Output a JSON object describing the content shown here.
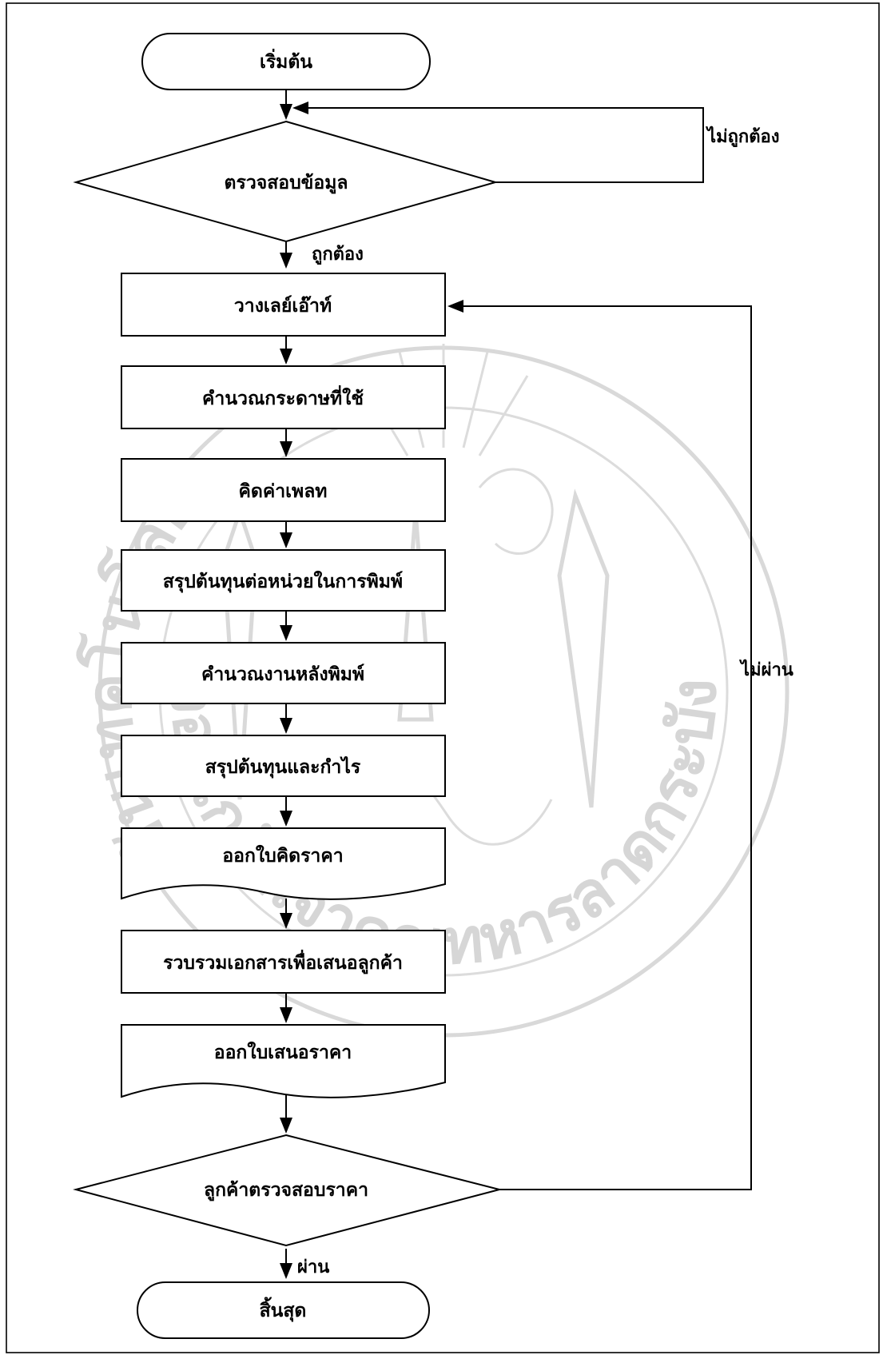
{
  "nodes": {
    "start": "เริ่มต้น",
    "check_data": "ตรวจสอบข้อมูล",
    "layout": "วางเลย์เอ๊าท์",
    "calc_paper": "คำนวณกระดาษที่ใช้",
    "plate_cost": "คิดค่าเพลท",
    "unit_cost": "สรุปต้นทุนต่อหน่วยในการพิมพ์",
    "post_press": "คำนวณงานหลังพิมพ์",
    "cost_profit": "สรุปต้นทุนและกำไร",
    "estimate_doc": "ออกใบคิดราคา",
    "gather_docs": "รวบรวมเอกสารเพื่อเสนอลูกค้า",
    "quotation_doc": "ออกใบเสนอราคา",
    "customer_check": "ลูกค้าตรวจสอบราคา",
    "end": "สิ้นสุด"
  },
  "edges": {
    "data_incorrect": "ไม่ถูกต้อง",
    "data_correct": "ถูกต้อง",
    "price_not_pass": "ไม่ผ่าน",
    "price_pass": "ผ่าน"
  },
  "watermark": {
    "top_text": "จอมเกล้าเจ้าคุณทหารลาดกระบัง",
    "left_text": "สถาบันเทคโนโลยีพระ"
  }
}
